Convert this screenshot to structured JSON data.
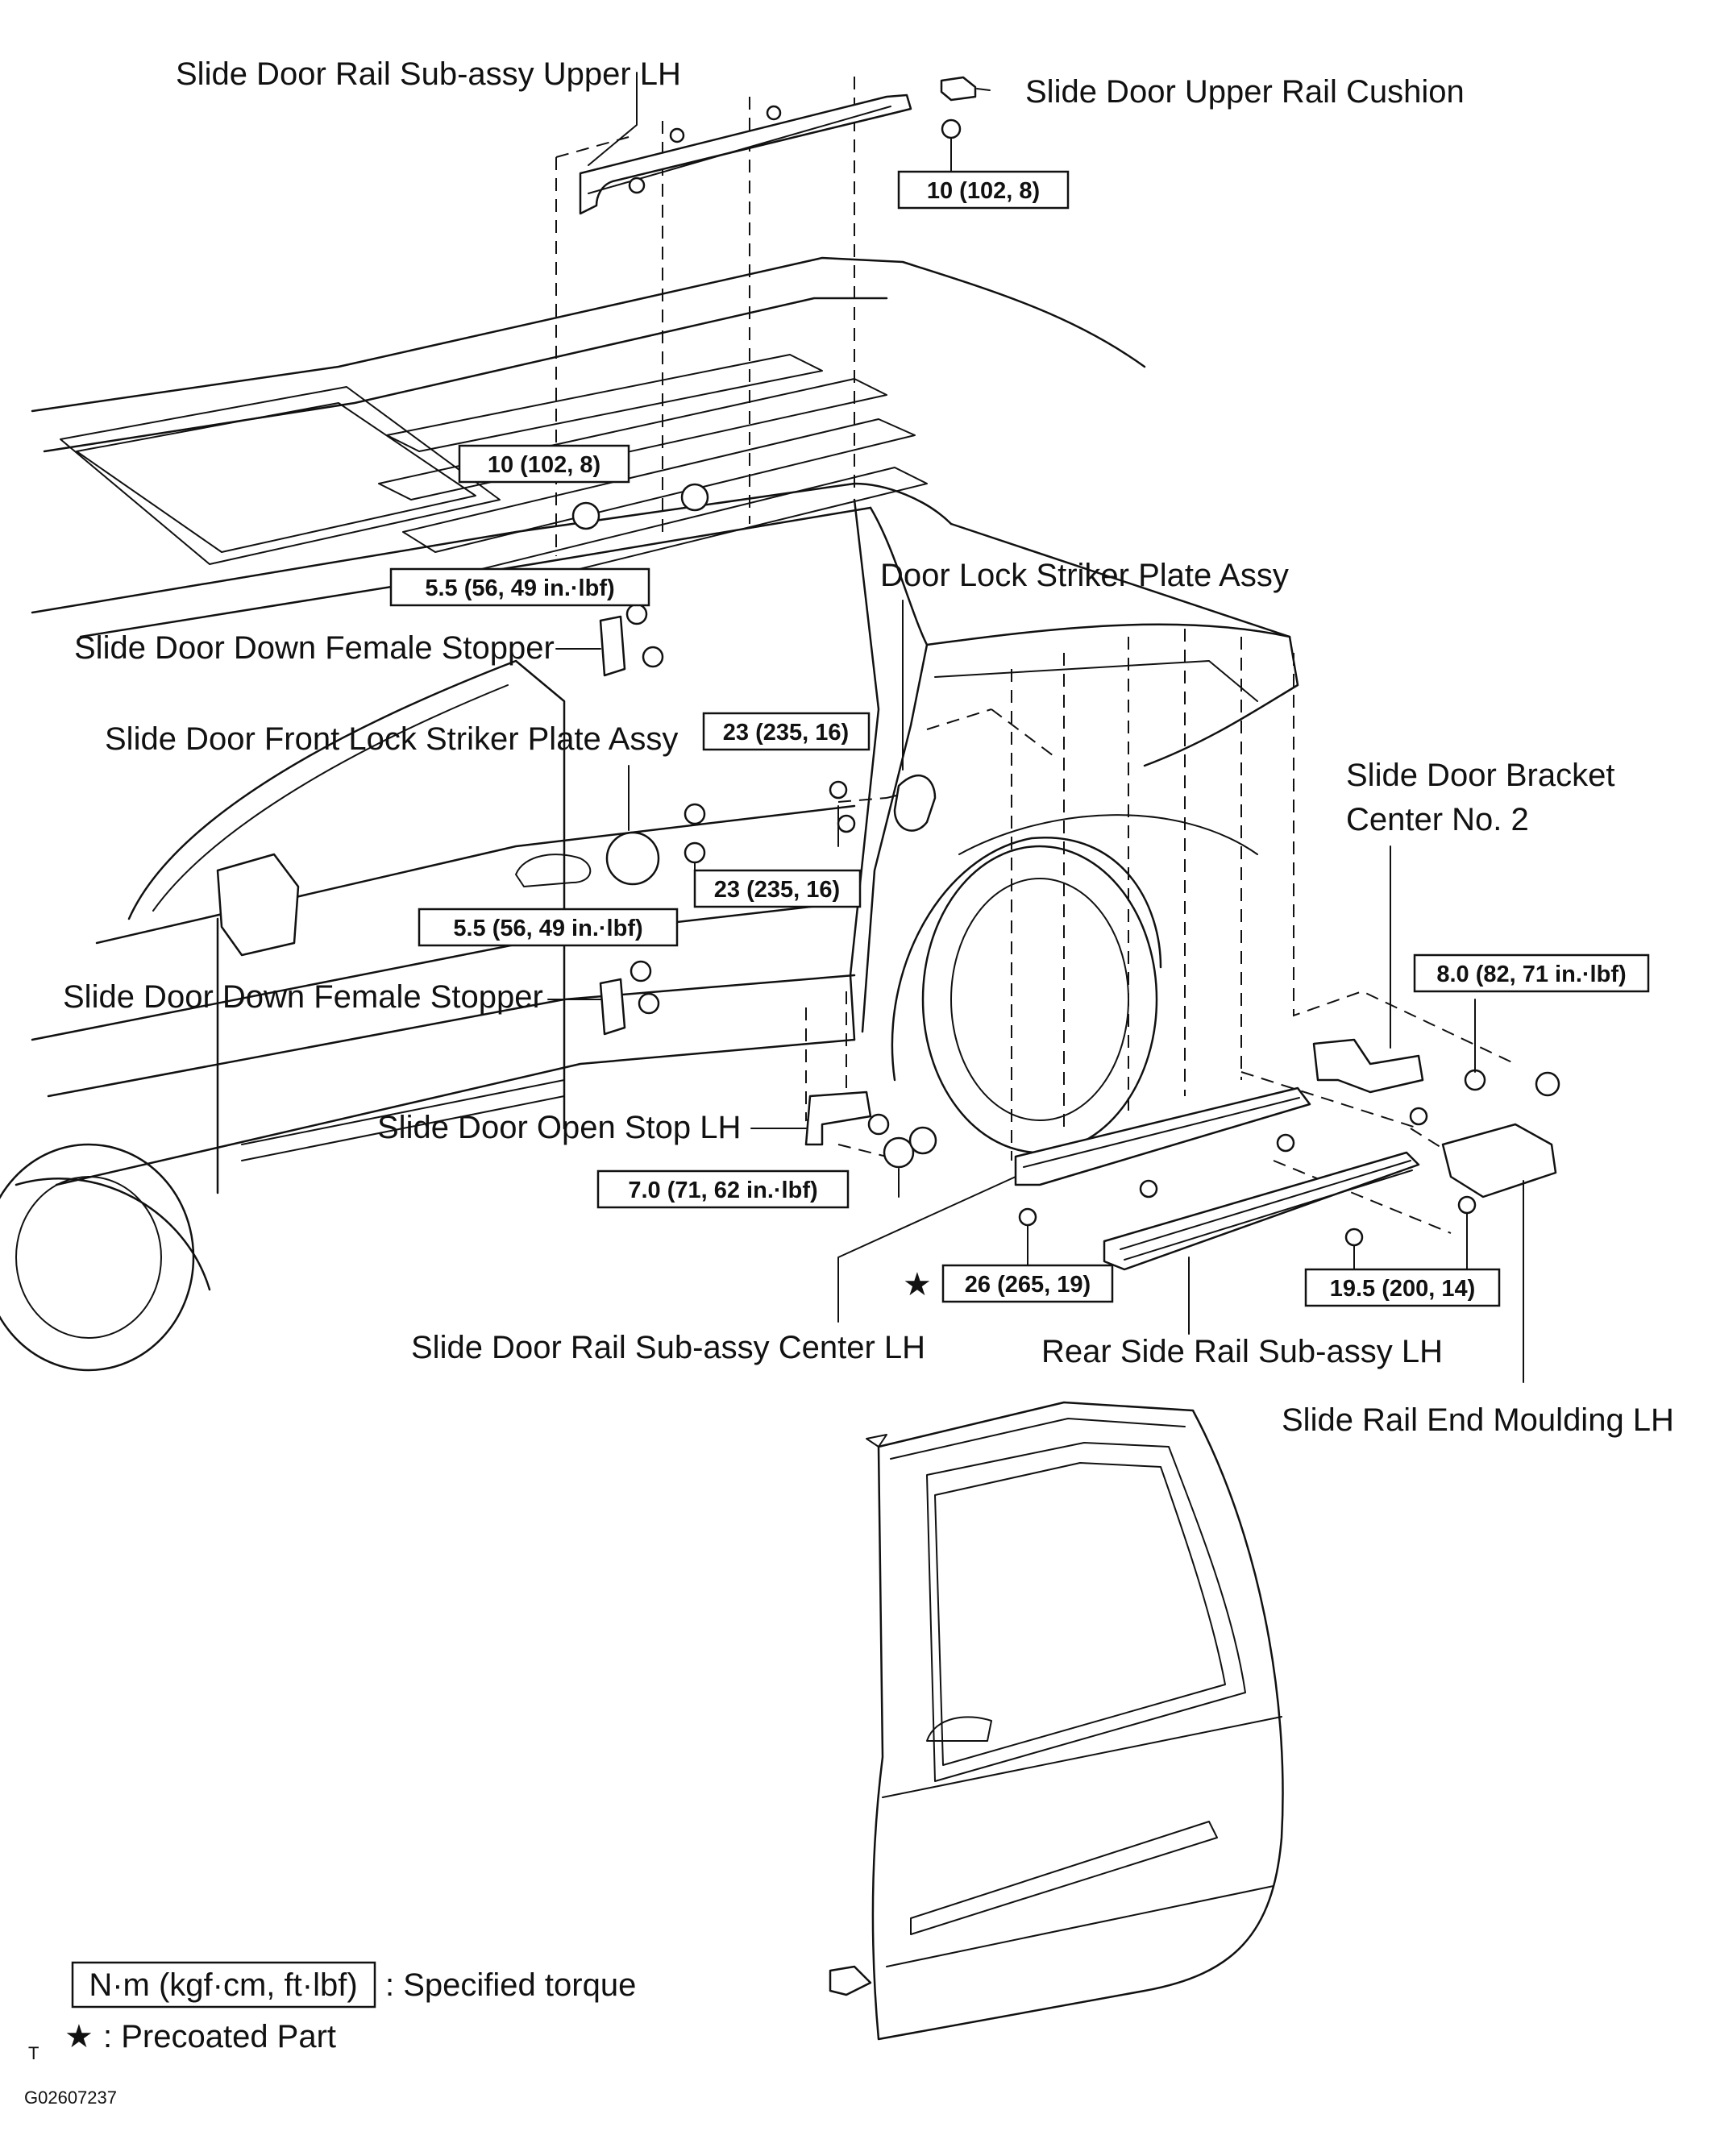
{
  "labels": {
    "rail_upper": "Slide Door Rail Sub-assy Upper LH",
    "upper_cushion": "Slide Door Upper Rail Cushion",
    "striker_plate": "Door Lock Striker Plate Assy",
    "down_stopper_1": "Slide Door Down Female Stopper",
    "front_striker": "Slide Door Front Lock Striker Plate Assy",
    "bracket_center": "Slide Door Bracket",
    "bracket_center_2": "Center No. 2",
    "down_stopper_2": "Slide Door Down Female Stopper",
    "open_stop": "Slide Door Open Stop LH",
    "rail_center": "Slide Door Rail Sub-assy Center LH",
    "rear_rail": "Rear Side Rail Sub-assy LH",
    "end_moulding": "Slide Rail End Moulding LH"
  },
  "torques": {
    "t_upper_cushion": "10 (102, 8)",
    "t_roof": "10 (102, 8)",
    "t_stopper_1": "5.5 (56, 49 in.·lbf)",
    "t_striker": "23 (235, 16)",
    "t_front_striker": "23 (235, 16)",
    "t_stopper_2": "5.5 (56, 49 in.·lbf)",
    "t_bracket": "8.0 (82, 71 in.·lbf)",
    "t_open_stop": "7.0 (71, 62 in.·lbf)",
    "t_center_rail": "26 (265, 19)",
    "t_rear_rail": "19.5 (200, 14)"
  },
  "precoat_marker": "★",
  "legend": {
    "torque_unit": "N·m (kgf·cm, ft·lbf)",
    "torque_desc": ": Specified torque",
    "precoat_star": "★",
    "precoat_desc": ": Precoated Part",
    "side_mark": "T"
  },
  "figure_code": "G02607237"
}
